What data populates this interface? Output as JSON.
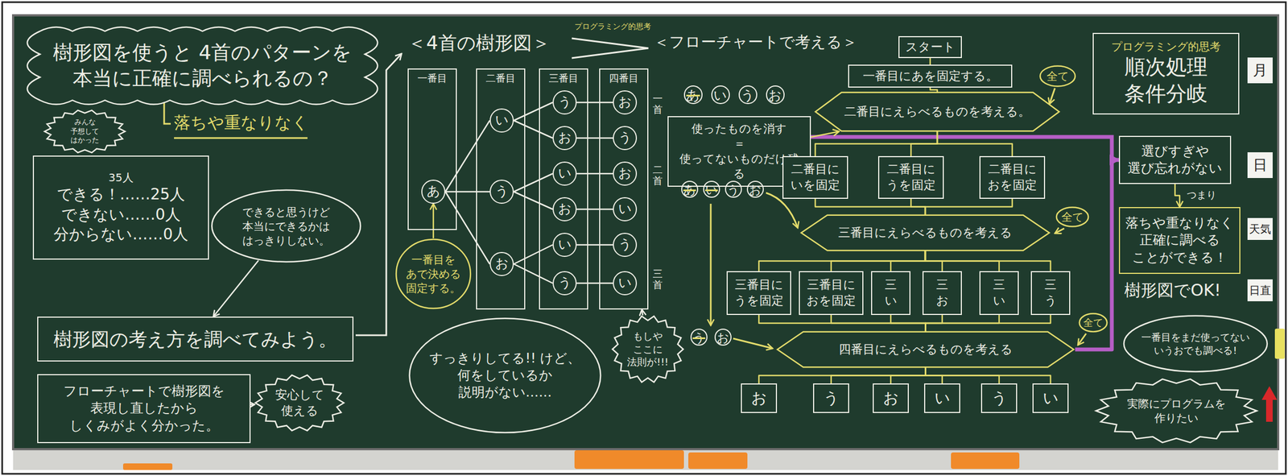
{
  "diagram": {
    "nodes": [
      {
        "text": [
          "樹形図を使うと 4首のパターンを 本当に正確に調べられるの？"
        ]
      },
      {
        "text": [
          "みんな 予想して はかった"
        ]
      },
      {
        "text": [
          "35人",
          "できる！……25人",
          "できない……0人",
          "分からない……0人"
        ]
      },
      {
        "text": [
          "できると思うけど 本当にできるかは はっきりしない。"
        ]
      },
      {
        "text": [
          "樹形図の考え方を調べてみよう。"
        ]
      },
      {
        "text": [
          "フローチャートで樹形図を 表現し直したから しくみがよく分かった。"
        ]
      },
      {
        "text": [
          "安心して 使える"
        ]
      },
      {
        "text": [
          "一番目"
        ]
      },
      {
        "text": [
          "あ"
        ],
        "in": 7
      },
      {
        "text": [
          "二番目"
        ]
      },
      {
        "text": [
          "い"
        ],
        "in": 9
      },
      {
        "text": [
          "う"
        ],
        "in": 9
      },
      {
        "text": [
          "お"
        ],
        "in": 9
      },
      {
        "text": [
          "三番目"
        ]
      },
      {
        "text": [
          "う"
        ],
        "in": 13
      },
      {
        "text": [
          "お"
        ],
        "in": 13
      },
      {
        "text": [
          "い"
        ],
        "in": 13
      },
      {
        "text": [
          "お"
        ],
        "in": 13
      },
      {
        "text": [
          "い"
        ],
        "in": 13
      },
      {
        "text": [
          "う"
        ],
        "in": 13
      },
      {
        "text": [
          "四番目"
        ]
      },
      {
        "text": [
          "お"
        ],
        "in": 20
      },
      {
        "text": [
          "う"
        ],
        "in": 20
      },
      {
        "text": [
          "お"
        ],
        "in": 20
      },
      {
        "text": [
          "い"
        ],
        "in": 20
      },
      {
        "text": [
          "う"
        ],
        "in": 20
      },
      {
        "text": [
          "い"
        ],
        "in": 20
      },
      {
        "text": [
          "一番目を あで決める 固定する。"
        ]
      },
      {
        "text": [
          "すっきりしてる!! けど、何をしているか 説明がない……"
        ]
      },
      {
        "text": [
          "もしや ここに 法則が!!!"
        ]
      },
      {
        "text": [
          "使ったものを消す",
          "＝",
          "使ってないものだけ残る"
        ]
      },
      {
        "text": [
          "スタート"
        ]
      },
      {
        "text": [
          "一番目にあを固定する。"
        ]
      },
      {
        "text": [
          "二番目にえらべるものを考える。"
        ]
      },
      {
        "text": [
          "全て"
        ]
      },
      {
        "text": [
          "二番目に いを固定"
        ]
      },
      {
        "text": [
          "二番目に うを固定"
        ]
      },
      {
        "text": [
          "二番目に おを固定"
        ]
      },
      {
        "text": [
          "全て"
        ]
      },
      {
        "text": [
          "三番目にえらべるものを考える"
        ]
      },
      {
        "text": [
          "三番目に うを固定"
        ]
      },
      {
        "text": [
          "三番目に おを固定"
        ]
      },
      {
        "text": [
          "三",
          "い"
        ]
      },
      {
        "text": [
          "三",
          "お"
        ]
      },
      {
        "text": [
          "三",
          "い"
        ]
      },
      {
        "text": [
          "三",
          "う"
        ]
      },
      {
        "text": [
          "全て"
        ]
      },
      {
        "text": [
          "四番目にえらべるものを考える"
        ]
      },
      {
        "text": [
          "お"
        ]
      },
      {
        "text": [
          "う"
        ]
      },
      {
        "text": [
          "お"
        ]
      },
      {
        "text": [
          "い"
        ]
      },
      {
        "text": [
          "う"
        ]
      },
      {
        "text": [
          "い"
        ]
      },
      {
        "text": [
          "プログラミング的思考",
          "順次処理",
          "条件分岐"
        ]
      },
      {
        "text": [
          "選びすぎや 選び忘れがない"
        ]
      },
      {
        "text": [
          "落ちや重なりなく 正確に調べる ことができる！"
        ]
      },
      {
        "text": [
          "一番目をまだ使ってない いうおでも調べる!"
        ]
      },
      {
        "text": [
          "実際にプログラムを 作りたい"
        ]
      }
    ],
    "edges": [
      {
        "from": 3,
        "to": 4,
        "arrow": "to"
      },
      {
        "from": 5,
        "to": 6,
        "arrow": "to"
      },
      {
        "from": 8,
        "to": 10,
        "arrow": "none"
      },
      {
        "from": 8,
        "to": 11,
        "arrow": "none"
      },
      {
        "from": 8,
        "to": 12,
        "arrow": "none"
      },
      {
        "from": 10,
        "to": 14,
        "arrow": "none"
      },
      {
        "from": 10,
        "to": 15,
        "arrow": "none"
      },
      {
        "from": 11,
        "to": 16,
        "arrow": "none"
      },
      {
        "from": 11,
        "to": 17,
        "arrow": "none"
      },
      {
        "from": 12,
        "to": 18,
        "arrow": "none"
      },
      {
        "from": 12,
        "to": 19,
        "arrow": "none"
      },
      {
        "from": 14,
        "to": 21,
        "arrow": "none"
      },
      {
        "from": 15,
        "to": 22,
        "arrow": "none"
      },
      {
        "from": 16,
        "to": 23,
        "arrow": "none"
      },
      {
        "from": 17,
        "to": 24,
        "arrow": "none"
      },
      {
        "from": 18,
        "to": 25,
        "arrow": "none"
      },
      {
        "from": 19,
        "to": 26,
        "arrow": "none"
      },
      {
        "from": 27,
        "to": 8,
        "arrow": "to"
      },
      {
        "from": 29,
        "to": 20,
        "arrow": "to"
      },
      {
        "from": 30,
        "to": 33,
        "arrow": "to"
      },
      {
        "from": 31,
        "to": 32,
        "arrow": "none"
      },
      {
        "from": 32,
        "to": 33,
        "arrow": "none"
      },
      {
        "from": 33,
        "to": 35,
        "arrow": "none"
      },
      {
        "from": 33,
        "to": 36,
        "arrow": "none"
      },
      {
        "from": 33,
        "to": 37,
        "arrow": "none"
      },
      {
        "from": 35,
        "to": 39,
        "arrow": "none"
      },
      {
        "from": 36,
        "to": 39,
        "arrow": "none"
      },
      {
        "from": 37,
        "to": 39,
        "arrow": "none"
      },
      {
        "from": 39,
        "to": 40,
        "arrow": "none"
      },
      {
        "from": 39,
        "to": 41,
        "arrow": "none"
      },
      {
        "from": 39,
        "to": 42,
        "arrow": "none"
      },
      {
        "from": 39,
        "to": 43,
        "arrow": "none"
      },
      {
        "from": 39,
        "to": 44,
        "arrow": "none"
      },
      {
        "from": 39,
        "to": 45,
        "arrow": "none"
      },
      {
        "from": 40,
        "to": 47,
        "arrow": "none"
      },
      {
        "from": 41,
        "to": 47,
        "arrow": "none"
      },
      {
        "from": 42,
        "to": 47,
        "arrow": "none"
      },
      {
        "from": 43,
        "to": 47,
        "arrow": "none"
      },
      {
        "from": 44,
        "to": 47,
        "arrow": "none"
      },
      {
        "from": 45,
        "to": 47,
        "arrow": "none"
      },
      {
        "from": 47,
        "to": 48,
        "arrow": "none"
      },
      {
        "from": 47,
        "to": 49,
        "arrow": "none"
      },
      {
        "from": 47,
        "to": 50,
        "arrow": "none"
      },
      {
        "from": 47,
        "to": 51,
        "arrow": "none"
      },
      {
        "from": 47,
        "to": 52,
        "arrow": "none"
      },
      {
        "from": 47,
        "to": 53,
        "arrow": "none"
      },
      {
        "from": 55,
        "to": 56,
        "arrow": "to",
        "label": "つまり"
      },
      {
        "from": 47,
        "to": 55,
        "arrow": "to"
      }
    ],
    "labels": [
      "落ちや重なりなく",
      "＜4首の樹形図＞",
      "一首",
      "二首",
      "三首",
      "プログラミング的思考",
      "＜フローチャートで考える＞",
      "あ",
      "い",
      "う",
      "お",
      "あ",
      "い",
      "う",
      "お",
      "う",
      "お",
      "樹形図でOK!",
      "月",
      "日",
      "天気",
      "日直"
    ]
  }
}
